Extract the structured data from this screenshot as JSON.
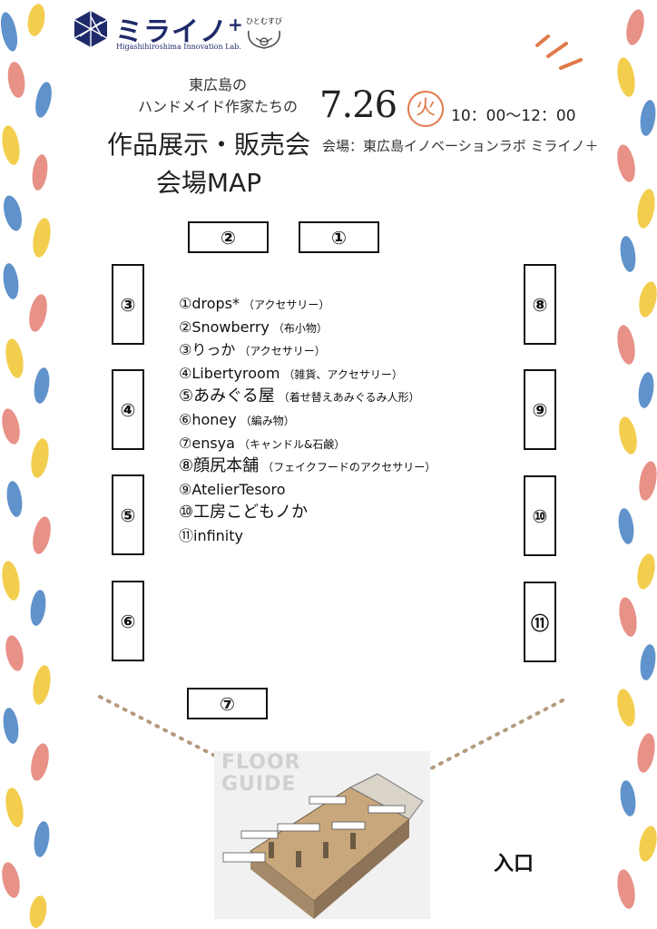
{
  "header": {
    "logo_text": "ミライノ",
    "logo_plus": "+",
    "logo_subtitle": "Higashihiroshima Innovation Lab.",
    "partner_logo_text": "ひとむすび"
  },
  "intro_line1": "東広島の",
  "intro_line2": "ハンドメイド作家たちの",
  "title_line1": "作品展示・販売会",
  "title_line2": "会場MAP",
  "event": {
    "date": "7.26",
    "weekday": "火",
    "time": "10：00〜12：00",
    "venue": "会場：東広島イノベーションラボ ミライノ＋"
  },
  "booths": {
    "b1": "①",
    "b2": "②",
    "b3": "③",
    "b4": "④",
    "b5": "⑤",
    "b6": "⑥",
    "b7": "⑦",
    "b8": "⑧",
    "b9": "⑨",
    "b10": "⑩",
    "b11": "⑪"
  },
  "vendors": [
    {
      "name": "①drops*",
      "category": "（アクセサリー）"
    },
    {
      "name": "②Snowberry",
      "category": "（布小物）"
    },
    {
      "name": "③りっか",
      "category": "（アクセサリー）"
    },
    {
      "name": "④Libertyroom",
      "category": "（雑貨、アクセサリー）"
    },
    {
      "name": "⑤あみぐる屋",
      "category": "（着せ替えあみぐるみ人形）"
    },
    {
      "name": "⑥honey",
      "category": "（編み物）"
    },
    {
      "name": "⑦ensya",
      "category": "（キャンドル&石鹸）"
    },
    {
      "name": "⑧顔尻本舗",
      "category": "（フェイクフードのアクセサリー）"
    },
    {
      "name": "⑨AtelierTesoro",
      "category": ""
    },
    {
      "name": "⑩工房こどもノか",
      "category": ""
    },
    {
      "name": "⑪infinity",
      "category": ""
    }
  ],
  "floor_guide": {
    "line1": "FLOOR",
    "line2": "GUIDE"
  },
  "entrance": "入口",
  "colors": {
    "brand_navy": "#1f2a6b",
    "accent_orange": "#e07a4a",
    "dot_line": "#b49a7c",
    "splash_yellow": "#f2c93a",
    "splash_blue": "#4f86c6",
    "splash_pink": "#e5857a"
  }
}
